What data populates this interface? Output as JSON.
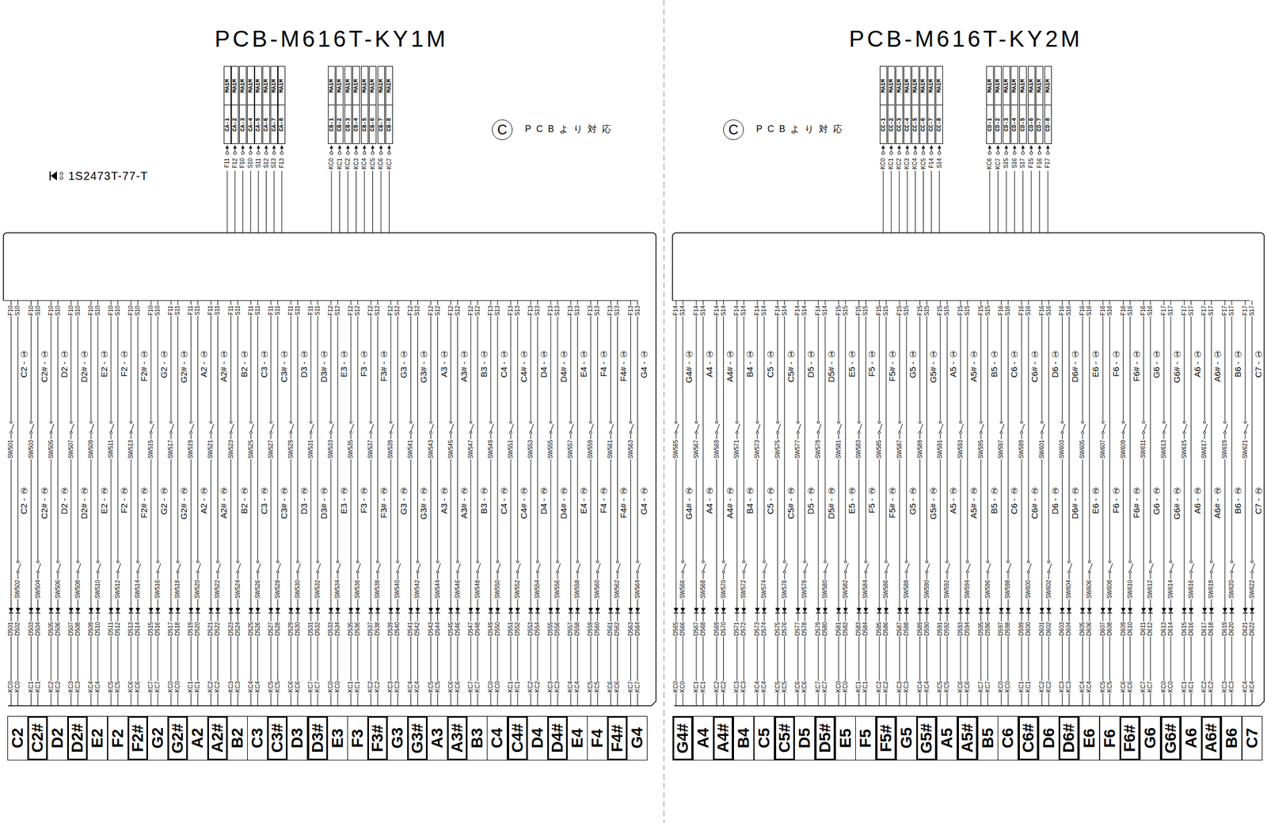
{
  "diagram": {
    "title": "PCB-M616T-KY1M",
    "nodes": [
      {
        "text": [
          "CA-1",
          "MA1M"
        ]
      },
      {
        "text": [
          "CA-2",
          "MA1M"
        ]
      },
      {
        "text": [
          "CA-3",
          "MA1M"
        ]
      },
      {
        "text": [
          "CA-4",
          "MA1M"
        ]
      },
      {
        "text": [
          "CA-5",
          "MA1M"
        ]
      },
      {
        "text": [
          "CA-6",
          "MA1M"
        ]
      },
      {
        "text": [
          "CA-7",
          "MA1M"
        ]
      },
      {
        "text": [
          "CA-8",
          "MA1M"
        ]
      },
      {
        "text": [
          "CB-1",
          "MA1M"
        ]
      },
      {
        "text": [
          "CB-2",
          "MA1M"
        ]
      },
      {
        "text": [
          "CB-3",
          "MA1M"
        ]
      },
      {
        "text": [
          "CB-4",
          "MA1M"
        ]
      },
      {
        "text": [
          "CB-5",
          "MA1M"
        ]
      },
      {
        "text": [
          "CB-6",
          "MA1M"
        ]
      },
      {
        "text": [
          "CB-7",
          "MA1M"
        ]
      },
      {
        "text": [
          "CB-8",
          "MA1M"
        ]
      },
      {
        "text": [
          "C"
        ]
      },
      {
        "text": [
          "C"
        ]
      },
      {
        "text": [
          "CC-1",
          "MA1M"
        ]
      },
      {
        "text": [
          "CC-2",
          "MA1M"
        ]
      },
      {
        "text": [
          "CC-3",
          "MA1M"
        ]
      },
      {
        "text": [
          "CC-4",
          "MA1M"
        ]
      },
      {
        "text": [
          "CC-5",
          "MA1M"
        ]
      },
      {
        "text": [
          "CC-6",
          "MA1M"
        ]
      },
      {
        "text": [
          "CC-7",
          "MA1M"
        ]
      },
      {
        "text": [
          "CC-8",
          "MA1M"
        ]
      },
      {
        "text": [
          "CD-1",
          "MA1M"
        ]
      },
      {
        "text": [
          "CD-2",
          "MA1M"
        ]
      },
      {
        "text": [
          "CD-3",
          "MA1M"
        ]
      },
      {
        "text": [
          "CD-4",
          "MA1M"
        ]
      },
      {
        "text": [
          "CD-5",
          "MA1M"
        ]
      },
      {
        "text": [
          "CD-6",
          "MA1M"
        ]
      },
      {
        "text": [
          "CD-7",
          "MA1M"
        ]
      },
      {
        "text": [
          "CD-8",
          "MA1M"
        ]
      },
      {
        "text": [
          "C2"
        ]
      },
      {
        "text": [
          "C2#"
        ]
      },
      {
        "text": [
          "D2"
        ]
      },
      {
        "text": [
          "D2#"
        ]
      },
      {
        "text": [
          "E2"
        ]
      },
      {
        "text": [
          "F2"
        ]
      },
      {
        "text": [
          "F2#"
        ]
      },
      {
        "text": [
          "G2"
        ]
      },
      {
        "text": [
          "G2#"
        ]
      },
      {
        "text": [
          "A2"
        ]
      },
      {
        "text": [
          "A2#"
        ]
      },
      {
        "text": [
          "B2"
        ]
      },
      {
        "text": [
          "C3"
        ]
      },
      {
        "text": [
          "C3#"
        ]
      },
      {
        "text": [
          "D3"
        ]
      },
      {
        "text": [
          "D3#"
        ]
      },
      {
        "text": [
          "E3"
        ]
      },
      {
        "text": [
          "F3"
        ]
      },
      {
        "text": [
          "F3#"
        ]
      },
      {
        "text": [
          "G3"
        ]
      },
      {
        "text": [
          "G3#"
        ]
      },
      {
        "text": [
          "A3"
        ]
      },
      {
        "text": [
          "A3#"
        ]
      },
      {
        "text": [
          "B3"
        ]
      },
      {
        "text": [
          "C4"
        ]
      },
      {
        "text": [
          "C4#"
        ]
      },
      {
        "text": [
          "D4"
        ]
      },
      {
        "text": [
          "D4#"
        ]
      },
      {
        "text": [
          "E4"
        ]
      },
      {
        "text": [
          "F4"
        ]
      },
      {
        "text": [
          "F4#"
        ]
      },
      {
        "text": [
          "G4"
        ]
      },
      {
        "text": [
          "G4#"
        ]
      },
      {
        "text": [
          "A4"
        ]
      },
      {
        "text": [
          "A4#"
        ]
      },
      {
        "text": [
          "B4"
        ]
      },
      {
        "text": [
          "C5"
        ]
      },
      {
        "text": [
          "C5#"
        ]
      },
      {
        "text": [
          "D5"
        ]
      },
      {
        "text": [
          "D5#"
        ]
      },
      {
        "text": [
          "E5"
        ]
      },
      {
        "text": [
          "F5"
        ]
      },
      {
        "text": [
          "F5#"
        ]
      },
      {
        "text": [
          "G5"
        ]
      },
      {
        "text": [
          "G5#"
        ]
      },
      {
        "text": [
          "A5"
        ]
      },
      {
        "text": [
          "A5#"
        ]
      },
      {
        "text": [
          "B5"
        ]
      },
      {
        "text": [
          "C6"
        ]
      },
      {
        "text": [
          "C6#"
        ]
      },
      {
        "text": [
          "D6"
        ]
      },
      {
        "text": [
          "D6#"
        ]
      },
      {
        "text": [
          "E6"
        ]
      },
      {
        "text": [
          "F6"
        ]
      },
      {
        "text": [
          "F6#"
        ]
      },
      {
        "text": [
          "G6"
        ]
      },
      {
        "text": [
          "G6#"
        ]
      },
      {
        "text": [
          "A6"
        ]
      },
      {
        "text": [
          "A6#"
        ]
      },
      {
        "text": [
          "B6"
        ]
      },
      {
        "text": [
          "C7"
        ]
      }
    ],
    "labels": [
      "PCB-M616T-KY2M",
      "1S2473T-77-T",
      "PCBより対応",
      "PCBより対応",
      "F11",
      "F12",
      "F10",
      "S10",
      "S11",
      "S12",
      "S13",
      "F13",
      "KC0",
      "KC1",
      "KC2",
      "KC3",
      "KC4",
      "KC5",
      "KC6",
      "KC7",
      "KC0",
      "KC1",
      "KC2",
      "KC3",
      "KC4",
      "KC5",
      "F14",
      "S14",
      "KC6",
      "KC7",
      "S15",
      "S16",
      "S17",
      "F15",
      "F16",
      "F17",
      "F10",
      "S10",
      "C2 - ①",
      "SW501",
      "C2 - ②",
      "SW502",
      "D501",
      "D502",
      "KC0",
      "KC0",
      "F10",
      "S10",
      "C2# - ①",
      "SW503",
      "C2# - ②",
      "SW504",
      "D503",
      "D504",
      "KC1",
      "KC1",
      "F10",
      "S10",
      "D2 - ①",
      "SW505",
      "D2 - ②",
      "SW506",
      "D505",
      "D506",
      "KC2",
      "KC2",
      "F10",
      "S10",
      "D2# - ①",
      "SW507",
      "D2# - ②",
      "SW508",
      "D507",
      "D508",
      "KC3",
      "KC3",
      "F10",
      "S10",
      "E2 - ①",
      "SW509",
      "E2 - ②",
      "SW510",
      "D509",
      "D510",
      "KC4",
      "KC4",
      "F10",
      "S10",
      "F2 - ①",
      "SW511",
      "F2 - ②",
      "SW512",
      "D511",
      "D512",
      "KC5",
      "KC5",
      "F10",
      "S10",
      "F2# - ①",
      "SW513",
      "F2# - ②",
      "SW514",
      "D513",
      "D514",
      "KC6",
      "KC6",
      "F10",
      "S10",
      "G2 - ①",
      "SW515",
      "G2 - ②",
      "SW516",
      "D515",
      "D516",
      "KC7",
      "KC7",
      "F11",
      "S11",
      "G2# - ①",
      "SW517",
      "G2# - ②",
      "SW518",
      "D517",
      "D518",
      "KC0",
      "KC0",
      "F11",
      "S11",
      "A2 - ①",
      "SW519",
      "A2 - ②",
      "SW520",
      "D519",
      "D520",
      "KC1",
      "KC1",
      "F11",
      "S11",
      "A2# - ①",
      "SW521",
      "A2# - ②",
      "SW522",
      "D521",
      "D522",
      "KC2",
      "KC2",
      "F11",
      "S11",
      "B2 - ①",
      "SW523",
      "B2 - ②",
      "SW524",
      "D523",
      "D524",
      "KC3",
      "KC3",
      "F11",
      "S11",
      "C3 - ①",
      "SW525",
      "C3 - ②",
      "SW526",
      "D525",
      "D526",
      "KC4",
      "KC4",
      "F11",
      "S11",
      "C3# - ①",
      "SW527",
      "C3# - ②",
      "SW528",
      "D527",
      "D528",
      "KC5",
      "KC5",
      "F11",
      "S11",
      "D3 - ①",
      "SW529",
      "D3 - ②",
      "SW530",
      "D529",
      "D530",
      "KC6",
      "KC6",
      "F11",
      "S11",
      "D3# - ①",
      "SW531",
      "D3# - ②",
      "SW532",
      "D531",
      "D532",
      "KC7",
      "KC7",
      "F12",
      "S12",
      "E3 - ①",
      "SW533",
      "E3 - ②",
      "SW534",
      "D533",
      "D534",
      "KC0",
      "KC0",
      "F12",
      "S12",
      "F3 - ①",
      "SW535",
      "F3 - ②",
      "SW536",
      "D535",
      "D536",
      "KC1",
      "KC1",
      "F12",
      "S12",
      "F3# - ①",
      "SW537",
      "F3# - ②",
      "SW538",
      "D537",
      "D538",
      "KC2",
      "KC2",
      "F12",
      "S12",
      "G3 - ①",
      "SW539",
      "G3 - ②",
      "SW540",
      "D539",
      "D540",
      "KC3",
      "KC3",
      "F12",
      "S12",
      "G3# - ①",
      "SW541",
      "G3# - ②",
      "SW542",
      "D541",
      "D542",
      "KC4",
      "KC4",
      "F12",
      "S12",
      "A3 - ①",
      "SW543",
      "A3 - ②",
      "SW544",
      "D543",
      "D544",
      "KC5",
      "KC5",
      "F12",
      "S12",
      "A3# - ①",
      "SW545",
      "A3# - ②",
      "SW546",
      "D545",
      "D546",
      "KC6",
      "KC6",
      "F12",
      "S12",
      "B3 - ①",
      "SW547",
      "B3 - ②",
      "SW548",
      "D547",
      "D548",
      "KC7",
      "KC7",
      "F13",
      "S13",
      "C4 - ①",
      "SW549",
      "C4 - ②",
      "SW550",
      "D549",
      "D550",
      "KC0",
      "KC0",
      "F13",
      "S13",
      "C4# - ①",
      "SW551",
      "C4# - ②",
      "SW552",
      "D551",
      "D552",
      "KC1",
      "KC1",
      "F13",
      "S13",
      "D4 - ①",
      "SW553",
      "D4 - ②",
      "SW554",
      "D553",
      "D554",
      "KC2",
      "KC2",
      "F13",
      "S13",
      "D4# - ①",
      "SW555",
      "D4# - ②",
      "SW556",
      "D555",
      "D556",
      "KC3",
      "KC3",
      "F13",
      "S13",
      "E4 - ①",
      "SW557",
      "E4 - ②",
      "SW558",
      "D557",
      "D558",
      "KC4",
      "KC4",
      "F13",
      "S13",
      "F4 - ①",
      "SW559",
      "F4 - ②",
      "SW560",
      "D559",
      "D560",
      "KC5",
      "KC5",
      "F13",
      "S13",
      "F4# - ①",
      "SW561",
      "F4# - ②",
      "SW562",
      "D561",
      "D562",
      "KC6",
      "KC6",
      "F13",
      "S13",
      "G4 - ①",
      "SW563",
      "G4 - ②",
      "SW564",
      "D563",
      "D564",
      "KC7",
      "KC7",
      "F14",
      "S14",
      "G4# - ①",
      "SW565",
      "G4# - ②",
      "SW566",
      "D565",
      "D566",
      "KC0",
      "KC0",
      "F14",
      "S14",
      "A4 - ①",
      "SW567",
      "A4 - ②",
      "SW568",
      "D567",
      "D568",
      "KC1",
      "KC1",
      "F14",
      "S14",
      "A4# - ①",
      "SW569",
      "A4# - ②",
      "SW570",
      "D569",
      "D570",
      "KC2",
      "KC2",
      "F14",
      "S14",
      "B4 - ①",
      "SW571",
      "B4 - ②",
      "SW572",
      "D571",
      "D572",
      "KC3",
      "KC3",
      "F14",
      "S14",
      "C5 - ①",
      "SW573",
      "C5 - ②",
      "SW574",
      "D573",
      "D574",
      "KC4",
      "KC4",
      "F14",
      "S14",
      "C5# - ①",
      "SW575",
      "C5# - ②",
      "SW576",
      "D575",
      "D576",
      "KC5",
      "KC5",
      "F14",
      "S14",
      "D5 - ①",
      "SW577",
      "D5 - ②",
      "SW578",
      "D577",
      "D578",
      "KC6",
      "KC6",
      "F14",
      "S14",
      "D5# - ①",
      "SW579",
      "D5# - ②",
      "SW580",
      "D579",
      "D580",
      "KC7",
      "KC7",
      "F15",
      "S15",
      "E5 - ①",
      "SW581",
      "E5 - ②",
      "SW582",
      "D581",
      "D582",
      "KC0",
      "KC0",
      "F15",
      "S15",
      "F5 - ①",
      "SW583",
      "F5 - ②",
      "SW584",
      "D583",
      "D584",
      "KC1",
      "KC1",
      "F15",
      "S15",
      "F5# - ①",
      "SW585",
      "F5# - ②",
      "SW586",
      "D585",
      "D586",
      "KC2",
      "KC2",
      "F15",
      "S15",
      "G5 - ①",
      "SW587",
      "G5 - ②",
      "SW588",
      "D587",
      "D588",
      "KC3",
      "KC3",
      "F15",
      "S15",
      "G5# - ①",
      "SW589",
      "G5# - ②",
      "SW590",
      "D589",
      "D590",
      "KC4",
      "KC4",
      "F15",
      "S15",
      "A5 - ①",
      "SW591",
      "A5 - ②",
      "SW592",
      "D591",
      "D592",
      "KC5",
      "KC5",
      "F15",
      "S15",
      "A5# - ①",
      "SW593",
      "A5# - ②",
      "SW594",
      "D593",
      "D594",
      "KC6",
      "KC6",
      "F15",
      "S15",
      "B5 - ①",
      "SW595",
      "B5 - ②",
      "SW596",
      "D595",
      "D596",
      "KC7",
      "KC7",
      "F16",
      "S16",
      "C6 - ①",
      "SW597",
      "C6 - ②",
      "SW598",
      "D597",
      "D598",
      "KC0",
      "KC0",
      "F16",
      "S16",
      "C6# - ①",
      "SW599",
      "C6# - ②",
      "SW600",
      "D599",
      "D600",
      "KC1",
      "KC1",
      "F16",
      "S16",
      "D6 - ①",
      "SW601",
      "D6 - ②",
      "SW602",
      "D601",
      "D602",
      "KC2",
      "KC2",
      "F16",
      "S16",
      "D6# - ①",
      "SW603",
      "D6# - ②",
      "SW604",
      "D603",
      "D604",
      "KC3",
      "KC3",
      "F16",
      "S16",
      "E6 - ①",
      "SW605",
      "E6 - ②",
      "SW606",
      "D605",
      "D606",
      "KC4",
      "KC4",
      "F16",
      "S16",
      "F6 - ①",
      "SW607",
      "F6 - ②",
      "SW608",
      "D607",
      "D608",
      "KC5",
      "KC5",
      "F16",
      "S16",
      "F6# - ①",
      "SW609",
      "F6# - ②",
      "SW610",
      "D609",
      "D610",
      "KC6",
      "KC6",
      "F16",
      "S16",
      "G6 - ①",
      "SW611",
      "G6 - ②",
      "SW612",
      "D611",
      "D612",
      "KC7",
      "KC7",
      "F17",
      "S17",
      "G6# - ①",
      "SW613",
      "G6# - ②",
      "SW614",
      "D613",
      "D614",
      "KC0",
      "KC0",
      "F17",
      "S17",
      "A6 - ①",
      "SW615",
      "A6 - ②",
      "SW616",
      "D615",
      "D616",
      "KC1",
      "KC1",
      "F17",
      "S17",
      "A6# - ①",
      "SW617",
      "A6# - ②",
      "SW618",
      "D617",
      "D618",
      "KC2",
      "KC2",
      "F17",
      "S17",
      "B6 - ①",
      "SW619",
      "B6 - ②",
      "SW620",
      "D619",
      "D620",
      "KC3",
      "KC3",
      "F17",
      "S17",
      "C7 - ①",
      "SW621",
      "C7 - ②",
      "SW622",
      "D621",
      "D622",
      "KC4",
      "KC4"
    ]
  }
}
